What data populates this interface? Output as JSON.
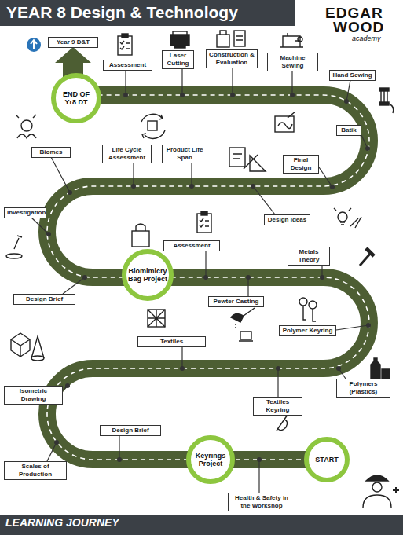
{
  "diagram": {
    "title": "YEAR 8 Design & Technology",
    "caption": "LEARNING JOURNEY",
    "nodes": [
      {
        "text": [
          "Year 9 D&T"
        ]
      },
      {
        "text": [
          "Assessment"
        ]
      },
      {
        "text": [
          "Laser Cutting"
        ]
      },
      {
        "text": [
          "Construction & Evaluation"
        ]
      },
      {
        "text": [
          "Machine Sewing"
        ]
      },
      {
        "text": [
          "Hand Sewing"
        ]
      },
      {
        "text": [
          "END OF Yr8 DT"
        ]
      },
      {
        "text": [
          "Batik"
        ]
      },
      {
        "text": [
          "Biomes"
        ]
      },
      {
        "text": [
          "Life Cycle Assessment"
        ]
      },
      {
        "text": [
          "Product Life Span"
        ]
      },
      {
        "text": [
          "Final Design"
        ]
      },
      {
        "text": [
          "Investigation"
        ]
      },
      {
        "text": [
          "Design Ideas"
        ]
      },
      {
        "text": [
          "Assessment"
        ]
      },
      {
        "text": [
          "Biomimicry Bag Project"
        ]
      },
      {
        "text": [
          "Metals Theory"
        ]
      },
      {
        "text": [
          "Design Brief"
        ]
      },
      {
        "text": [
          "Pewter Casting"
        ]
      },
      {
        "text": [
          "Polymer Keyring"
        ]
      },
      {
        "text": [
          "Textiles"
        ]
      },
      {
        "text": [
          "Isometric Drawing"
        ]
      },
      {
        "text": [
          "Polymers (Plastics)"
        ]
      },
      {
        "text": [
          "Textiles Keyring"
        ]
      },
      {
        "text": [
          "Design Brief"
        ]
      },
      {
        "text": [
          "Keyrings Project"
        ]
      },
      {
        "text": [
          "START"
        ]
      },
      {
        "text": [
          "Scales of Production"
        ]
      },
      {
        "text": [
          "Health & Safety in the Workshop"
        ]
      }
    ],
    "labels": [
      "EDGAR",
      "WOOD",
      "academy"
    ]
  }
}
